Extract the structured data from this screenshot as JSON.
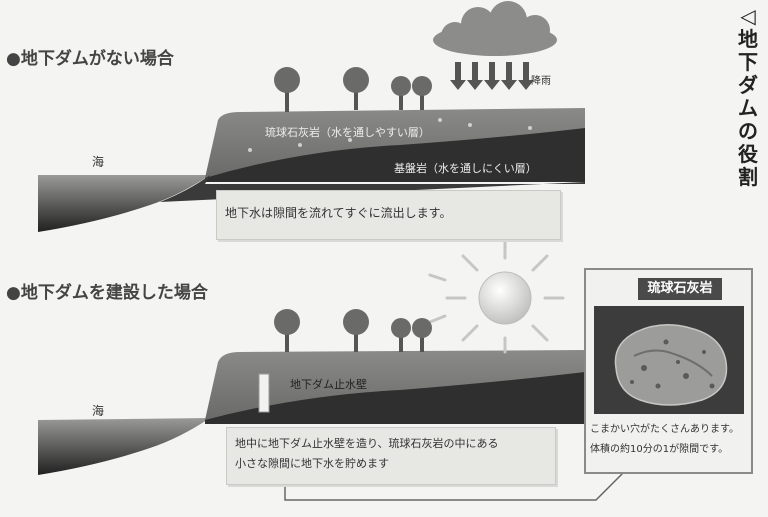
{
  "title_vertical": [
    "◁",
    "地",
    "下",
    "ダ",
    "ム",
    "の",
    "役",
    "割"
  ],
  "section1": {
    "heading": "●地下ダムがない場合",
    "rain_label": "降雨",
    "sea_label": "海",
    "layer_permeable": "琉球石灰岩（水を通しやすい層）",
    "layer_impermeable": "基盤岩（水を通しにくい層）",
    "caption": "地下水は隙間を流れてすぐに流出します。"
  },
  "section2": {
    "heading": "●地下ダムを建設した場合",
    "sea_label": "海",
    "wall_label": "地下ダム止水壁",
    "caption_line1": "地中に地下ダム止水壁を造り、琉球石灰岩の中にある",
    "caption_line2": "小さな隙間に地下水を貯めます"
  },
  "rock_panel": {
    "title": "琉球石灰岩",
    "caption_line1": "こまかい穴がたくさんあります。",
    "caption_line2": "体積の約10分の1が隙間です。"
  },
  "colors": {
    "soil": "#7c7c7a",
    "bedrock": "#2f2f2f",
    "sea_top": "#8a8a88",
    "sea_bottom": "#262626",
    "tree": "#6a6a68"
  }
}
